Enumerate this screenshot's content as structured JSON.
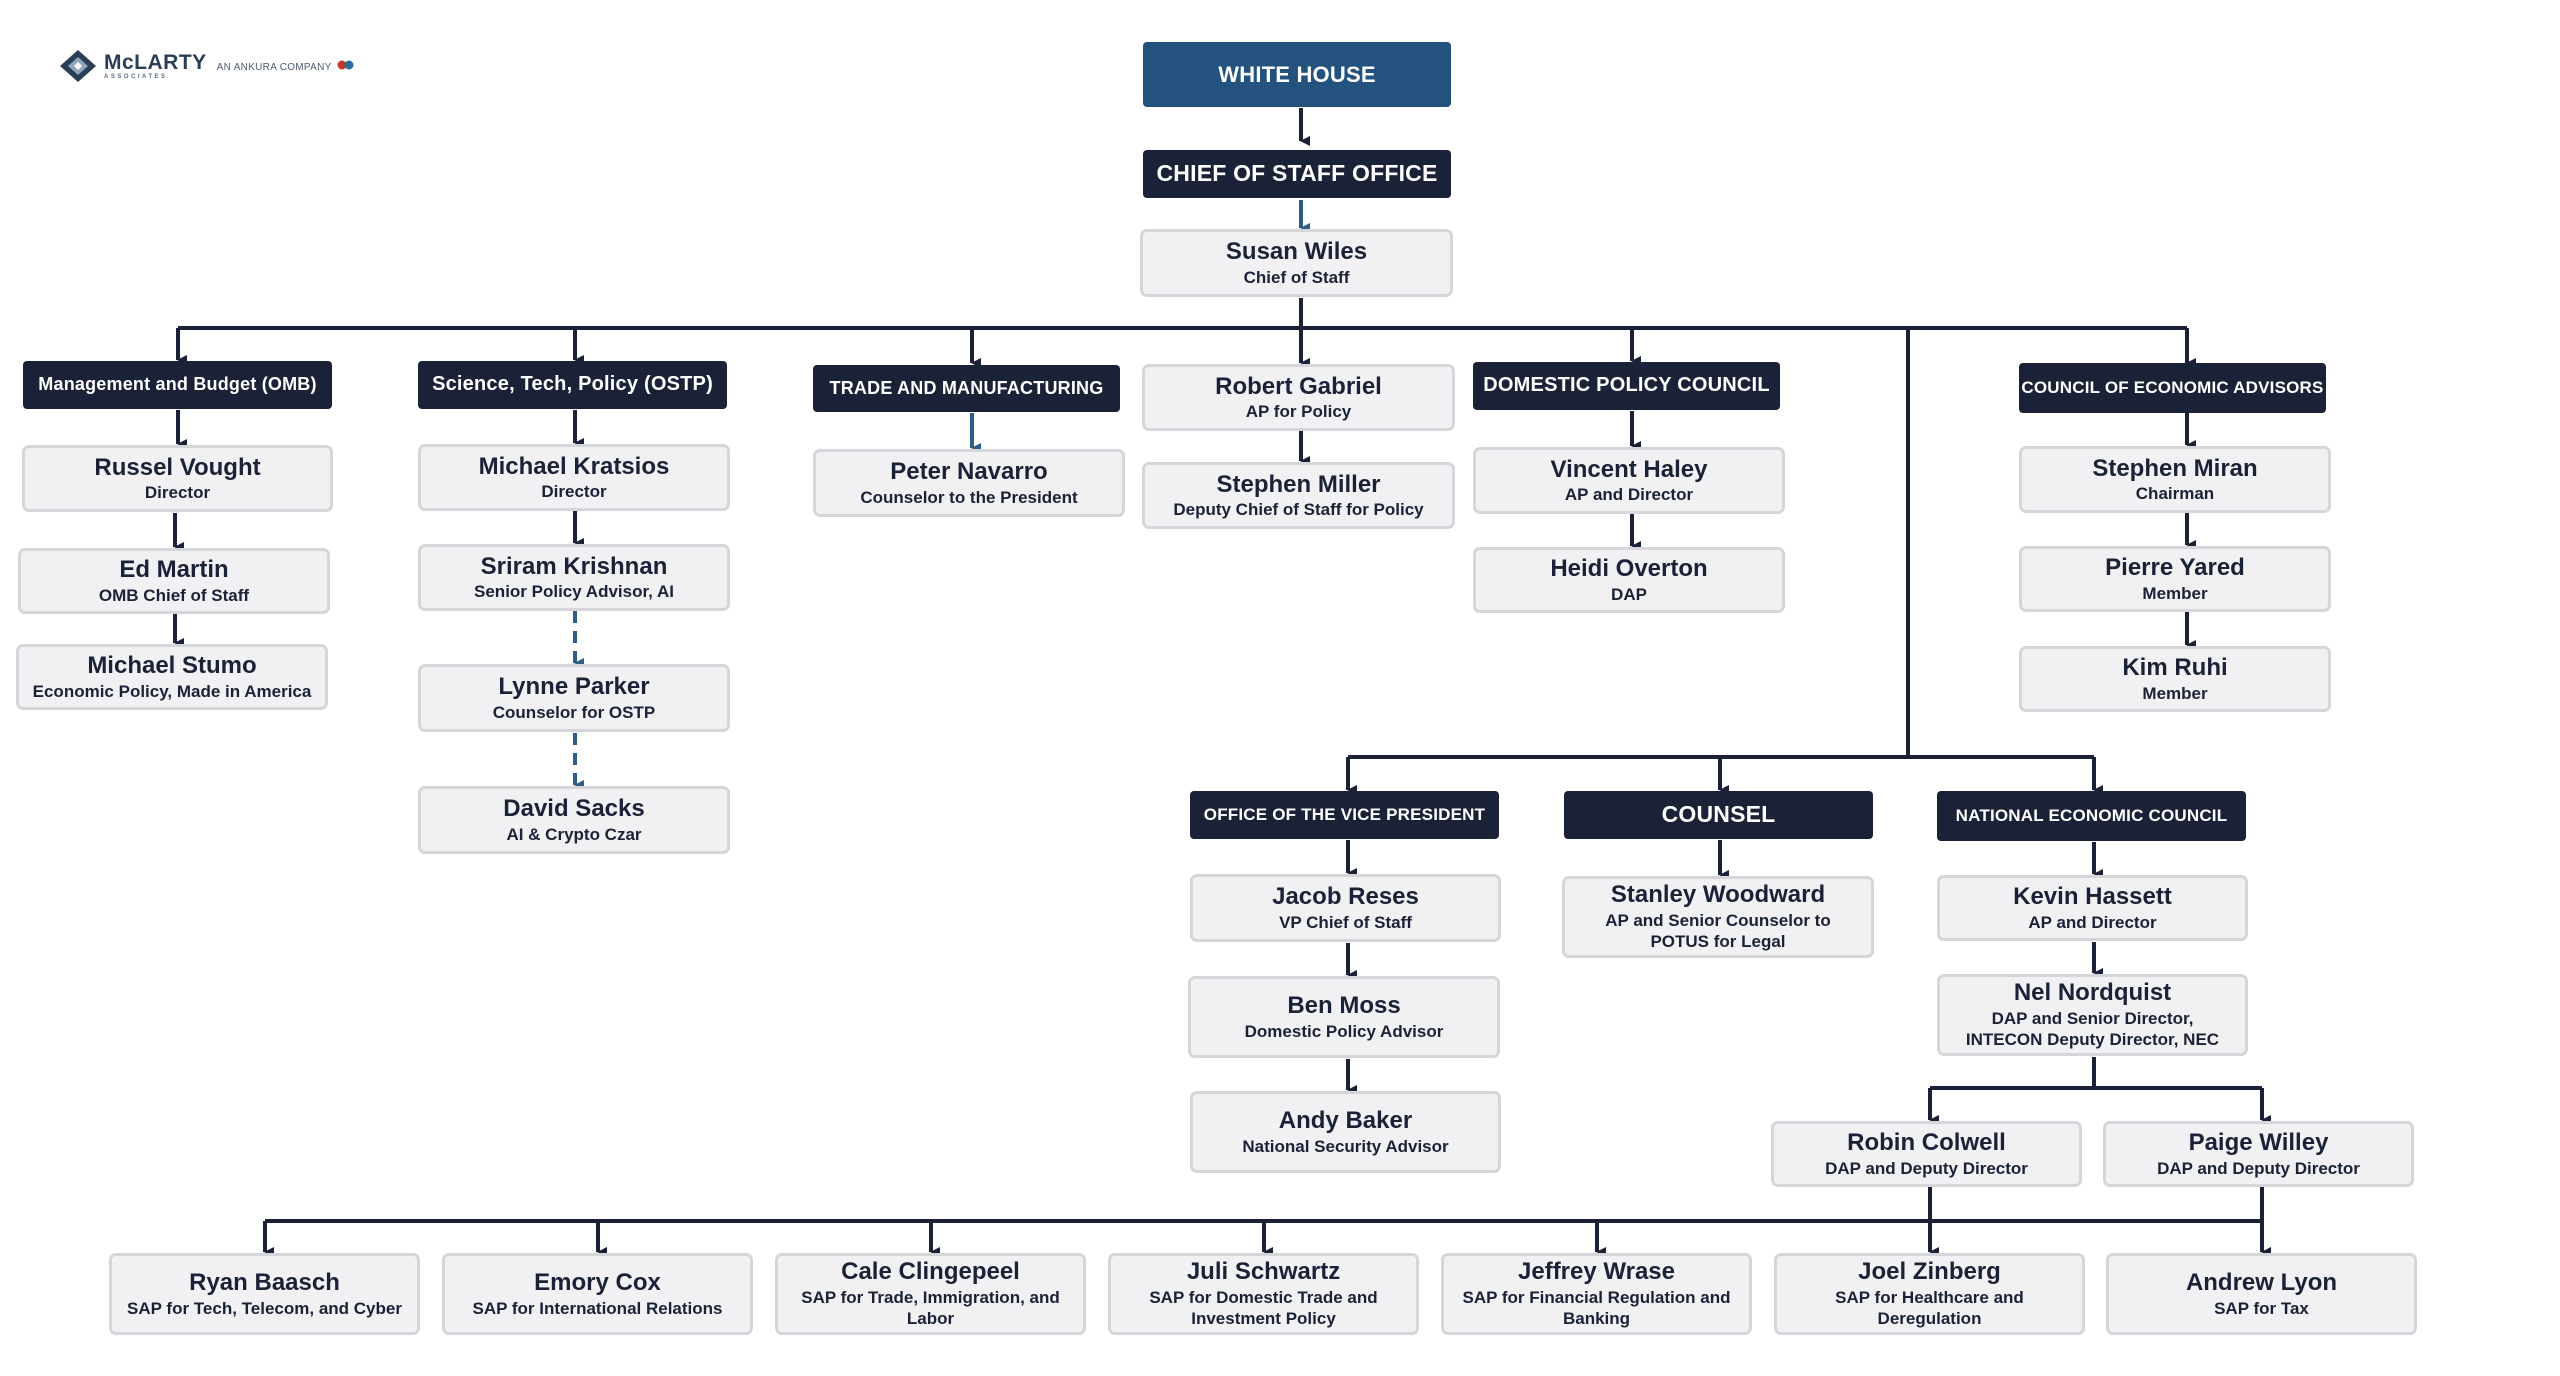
{
  "logo": {
    "brand": "McLARTY",
    "brand_sub": "ASSOCIATES",
    "tagline": "AN ANKURA COMPANY"
  },
  "colors": {
    "navy": "#1b2238",
    "top_header_blue": "#24527f",
    "card_fill": "#f1f1f3",
    "card_border": "#d6d6da",
    "dashed_arrow": "#2f5d86"
  },
  "headers": {
    "white_house": "WHITE HOUSE",
    "chief_of_staff_office": "CHIEF OF STAFF OFFICE",
    "omb": "Management and Budget (OMB)",
    "ostp": "Science, Tech, Policy (OSTP)",
    "trade": "TRADE AND MANUFACTURING",
    "dpc": "DOMESTIC POLICY COUNCIL",
    "cea": "COUNCIL OF ECONOMIC ADVISORS",
    "ovp": "OFFICE OF THE VICE PRESIDENT",
    "counsel": "COUNSEL",
    "nec": "NATIONAL ECONOMIC COUNCIL"
  },
  "people": {
    "wiles": {
      "name": "Susan Wiles",
      "title": "Chief of Staff"
    },
    "vought": {
      "name": "Russel Vought",
      "title": "Director"
    },
    "martin": {
      "name": "Ed Martin",
      "title": "OMB Chief of Staff"
    },
    "stumo": {
      "name": "Michael Stumo",
      "title": "Economic Policy, Made in America"
    },
    "kratsios": {
      "name": "Michael Kratsios",
      "title": "Director"
    },
    "krishnan": {
      "name": "Sriram Krishnan",
      "title": "Senior Policy Advisor, AI"
    },
    "parker": {
      "name": "Lynne Parker",
      "title": "Counselor for OSTP"
    },
    "sacks": {
      "name": "David Sacks",
      "title": "AI & Crypto Czar"
    },
    "navarro": {
      "name": "Peter Navarro",
      "title": "Counselor to the President"
    },
    "gabriel": {
      "name": "Robert Gabriel",
      "title": "AP for Policy"
    },
    "miller": {
      "name": "Stephen Miller",
      "title": "Deputy Chief of Staff for Policy"
    },
    "haley": {
      "name": "Vincent Haley",
      "title": "AP and Director"
    },
    "overton": {
      "name": "Heidi Overton",
      "title": "DAP"
    },
    "miran": {
      "name": "Stephen Miran",
      "title": "Chairman"
    },
    "yared": {
      "name": "Pierre Yared",
      "title": "Member"
    },
    "ruhi": {
      "name": "Kim Ruhi",
      "title": "Member"
    },
    "reses": {
      "name": "Jacob Reses",
      "title": "VP Chief of Staff"
    },
    "moss": {
      "name": "Ben Moss",
      "title": "Domestic Policy Advisor"
    },
    "baker": {
      "name": "Andy Baker",
      "title": "National Security Advisor"
    },
    "woodward": {
      "name": "Stanley Woodward",
      "title": "AP and Senior Counselor to POTUS for Legal"
    },
    "hassett": {
      "name": "Kevin Hassett",
      "title": "AP and Director"
    },
    "nordquist": {
      "name": "Nel Nordquist",
      "title": "DAP and Senior Director, INTECON Deputy Director, NEC"
    },
    "colwell": {
      "name": "Robin Colwell",
      "title": "DAP and Deputy Director"
    },
    "willey": {
      "name": "Paige Willey",
      "title": "DAP and Deputy Director"
    },
    "baasch": {
      "name": "Ryan Baasch",
      "title": "SAP for Tech, Telecom, and Cyber"
    },
    "cox": {
      "name": "Emory Cox",
      "title": "SAP for International Relations"
    },
    "clingepeel": {
      "name": "Cale Clingepeel",
      "title": "SAP for Trade, Immigration, and Labor"
    },
    "schwartz": {
      "name": "Juli Schwartz",
      "title": "SAP for Domestic Trade and Investment Policy"
    },
    "wrase": {
      "name": "Jeffrey Wrase",
      "title": "SAP for Financial Regulation and Banking"
    },
    "zinberg": {
      "name": "Joel Zinberg",
      "title": "SAP for Healthcare and Deregulation"
    },
    "lyon": {
      "name": "Andrew Lyon",
      "title": "SAP for Tax"
    }
  }
}
